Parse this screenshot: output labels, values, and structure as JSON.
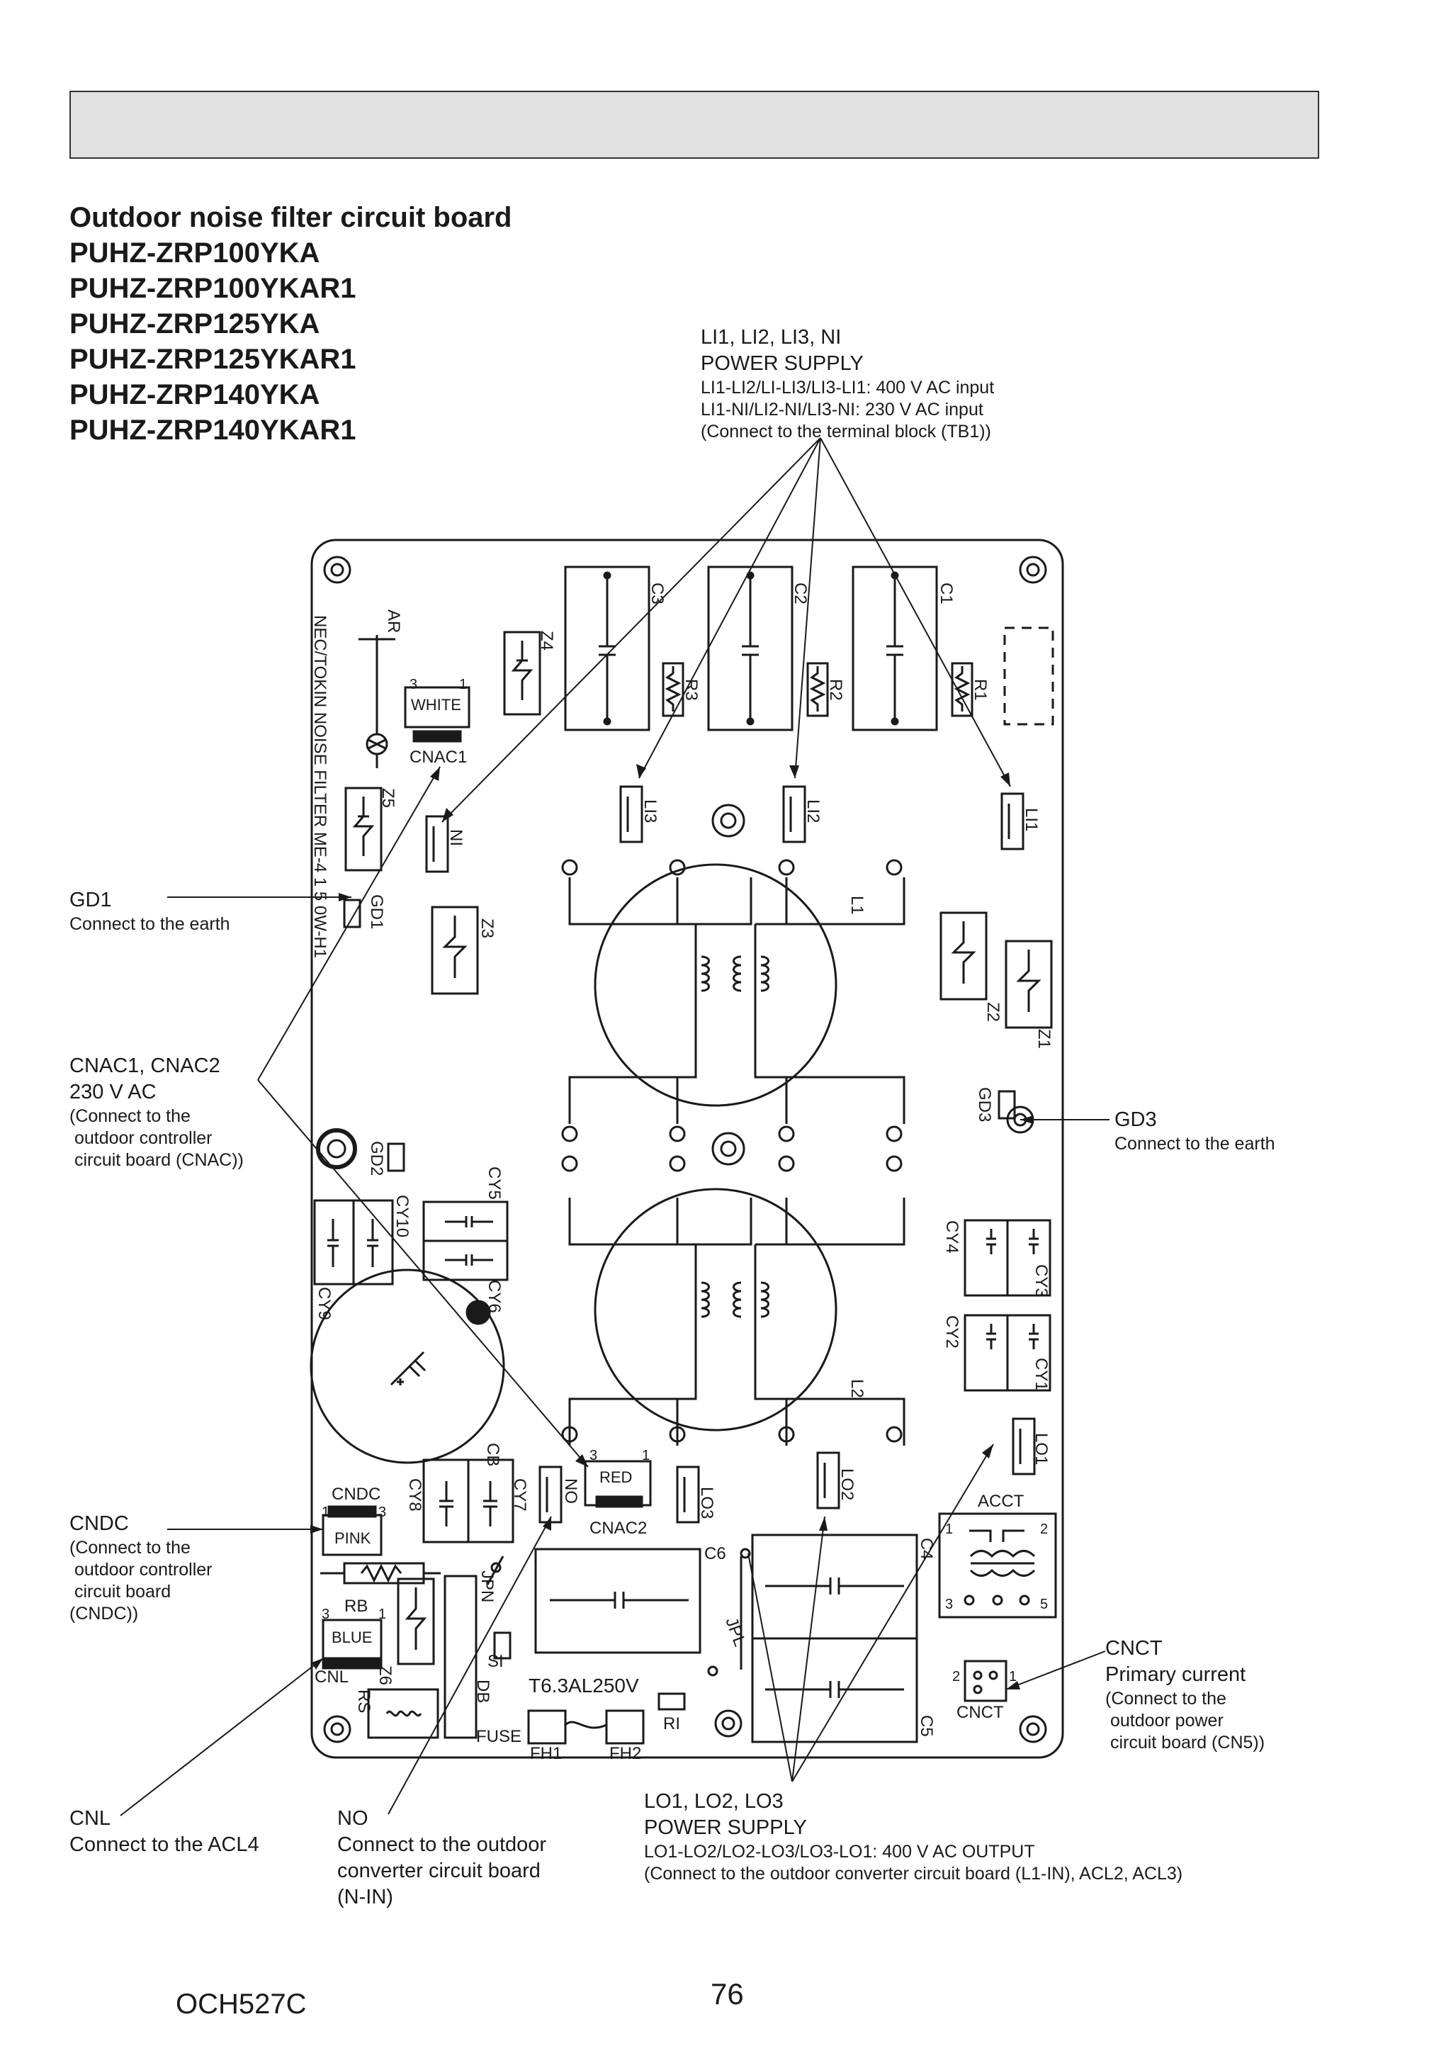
{
  "title": {
    "heading": "Outdoor noise filter circuit board",
    "models": [
      "PUHZ-ZRP100YKA",
      "PUHZ-ZRP100YKAR1",
      "PUHZ-ZRP125YKA",
      "PUHZ-ZRP125YKAR1",
      "PUHZ-ZRP140YKA",
      "PUHZ-ZRP140YKAR1"
    ]
  },
  "callouts": {
    "power_in": {
      "line1": "LI1, LI2, LI3, NI",
      "line2": "POWER SUPPLY",
      "line3": "LI1-LI2/LI-LI3/LI3-LI1: 400 V AC input",
      "line4": "LI1-NI/LI2-NI/LI3-NI: 230 V AC input",
      "line5": "(Connect to the terminal block (TB1))"
    },
    "gd1": {
      "line1": "GD1",
      "line2": "Connect to the earth"
    },
    "cnac": {
      "line1": "CNAC1, CNAC2",
      "line2": "230 V AC",
      "line3": "(Connect to the",
      "line4": " outdoor controller",
      "line5": " circuit board (CNAC))"
    },
    "gd3": {
      "line1": "GD3",
      "line2": "Connect to the earth"
    },
    "cndc": {
      "line1": "CNDC",
      "line2": "(Connect to the",
      "line3": " outdoor controller",
      "line4": " circuit board",
      "line5": "(CNDC))"
    },
    "cnct": {
      "line1": "CNCT",
      "line2": "Primary current",
      "line3": "(Connect to the",
      "line4": " outdoor power",
      "line5": " circuit board (CN5))"
    },
    "cnl": {
      "line1": "CNL",
      "line2": "Connect to the ACL4"
    },
    "no": {
      "line1": "NO",
      "line2": "Connect to the outdoor",
      "line3": "converter circuit board",
      "line4": "(N-IN)"
    },
    "power_out": {
      "line1": "LO1, LO2, LO3",
      "line2": "POWER SUPPLY",
      "line3": "LO1-LO2/LO2-LO3/LO3-LO1: 400 V AC OUTPUT",
      "line4": "(Connect to the outdoor converter circuit board (L1-IN), ACL2, ACL3)"
    }
  },
  "board": {
    "vendor_text": "NEC/TOKIN NOISE FILTER ME-4 1 5 0W-H1",
    "labels": {
      "ar": "AR",
      "z4": "Z4",
      "z5": "Z5",
      "z3": "Z3",
      "z2": "Z2",
      "z1": "Z1",
      "z6": "Z6",
      "c1": "C1",
      "c2": "C2",
      "c3": "C3",
      "c4": "C4",
      "c5": "C5",
      "c6": "C6",
      "r1": "R1",
      "r2": "R2",
      "r3": "R3",
      "li1": "LI1",
      "li2": "LI2",
      "li3": "LI3",
      "ni": "NI",
      "l1": "L1",
      "l2": "L2",
      "gd1": "GD1",
      "gd2": "GD2",
      "gd3": "GD3",
      "white": "WHITE",
      "cnac1": "CNAC1",
      "pin3": "3",
      "pin1": "1",
      "red": "RED",
      "cnac2": "CNAC2",
      "pink": "PINK",
      "cndc": "CNDC",
      "blue": "BLUE",
      "cnl": "CNL",
      "rb": "RB",
      "rs": "RS",
      "cy1": "CY1",
      "cy2": "CY2",
      "cy3": "CY3",
      "cy4": "CY4",
      "cy5": "CY5",
      "cy6": "CY6",
      "cy7": "CY7",
      "cy8": "CY8",
      "cy9": "CY9",
      "cy10": "CY10",
      "cb": "CB",
      "no": "NO",
      "lo1": "LO1",
      "lo2": "LO2",
      "lo3": "LO3",
      "acct": "ACCT",
      "cnct": "CNCT",
      "jpn": "JPN",
      "jpl": "JPL",
      "si": "SI",
      "db": "DB",
      "fuse": "FUSE",
      "fuse_rating": "T6.3AL250V",
      "fh1": "FH1",
      "fh2": "FH2",
      "ri": "RI",
      "acct_p1": "1",
      "acct_p2": "2",
      "acct_p3": "3",
      "acct_p5": "5",
      "cnct_p2": "2",
      "cnct_p1": "1",
      "cndc_p1": "1",
      "cndc_p3": "3",
      "cnl_p3": "3",
      "cnl_p1": "1"
    }
  },
  "footer": {
    "code": "OCH527C",
    "page": "76"
  }
}
